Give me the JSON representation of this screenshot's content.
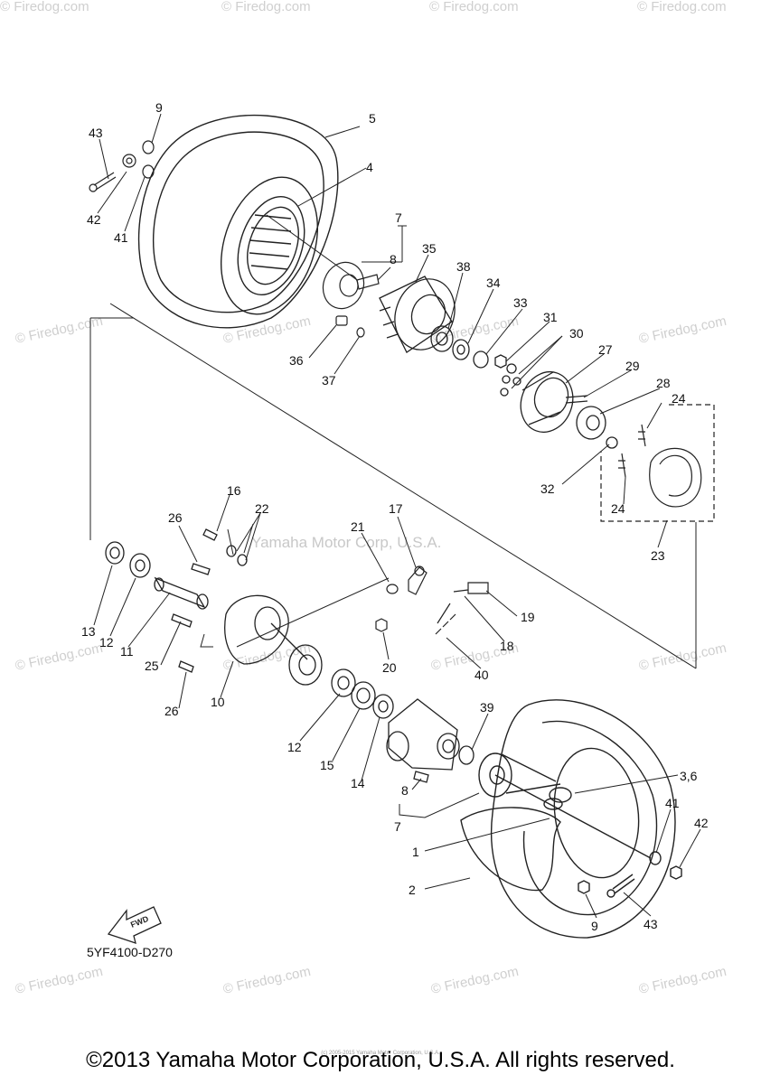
{
  "watermark": {
    "brand": "© Firedog.com",
    "center_text": "Yamaha Motor Corp, U.S.A."
  },
  "diagram_code": "5YF4100-D270",
  "fwd_label": "FWD",
  "copyright": "©2013 Yamaha Motor Corporation, U.S.A. All rights reserved.",
  "tiny_credit": "(c) 2005-2015 Yamaha Motor Corporation, U.S.A.",
  "callouts": {
    "c1": "1",
    "c2": "2",
    "c3_6": "3,6",
    "c4": "4",
    "c5": "5",
    "c7_top": "7",
    "c7_bottom": "7",
    "c8_top": "8",
    "c8_bottom": "8",
    "c9_top": "9",
    "c9_bottom": "9",
    "c10": "10",
    "c11": "11",
    "c12_left": "12",
    "c12_mid": "12",
    "c13": "13",
    "c14": "14",
    "c15": "15",
    "c16": "16",
    "c17": "17",
    "c18": "18",
    "c19": "19",
    "c20": "20",
    "c21": "21",
    "c22": "22",
    "c23": "23",
    "c24_top": "24",
    "c24_bottom": "24",
    "c25": "25",
    "c26_top": "26",
    "c26_bottom": "26",
    "c27": "27",
    "c28": "28",
    "c29": "29",
    "c30": "30",
    "c31": "31",
    "c32": "32",
    "c33": "33",
    "c34": "34",
    "c35": "35",
    "c36": "36",
    "c37": "37",
    "c38": "38",
    "c39": "39",
    "c40": "40",
    "c41_top": "41",
    "c41_bottom": "41",
    "c42_top": "42",
    "c42_bottom": "42",
    "c43_top": "43",
    "c43_bottom": "43"
  }
}
